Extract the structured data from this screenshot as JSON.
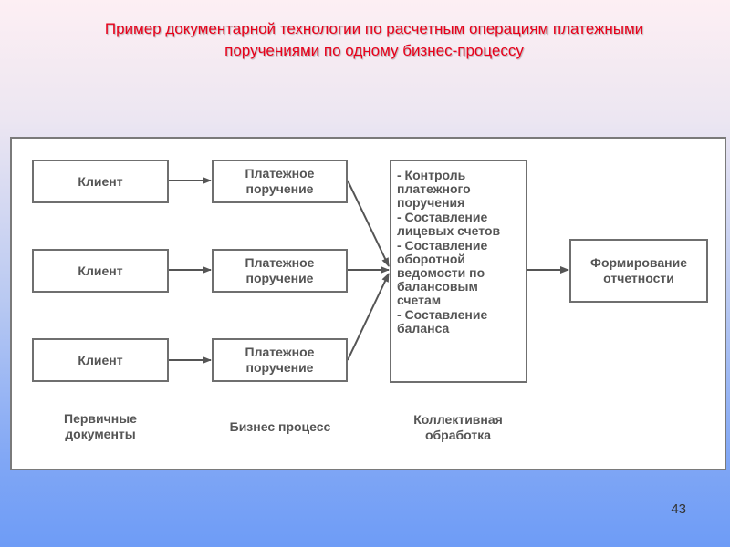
{
  "title": {
    "line1": "Пример документарной технологии по расчетным операциям платежными",
    "line2": "поручениями по одному бизнес-процессу"
  },
  "clients": [
    "Клиент",
    "Клиент",
    "Клиент"
  ],
  "payment_orders": [
    "Платежное поручение",
    "Платежное поручение",
    "Платежное поручение"
  ],
  "processing_items": [
    "- Контроль платежного поручения",
    "- Составление лицевых счетов",
    "- Составление оборотной ведомости по балансовым счетам",
    "- Составление баланса"
  ],
  "reporting": "Формирование отчетности",
  "column_labels": {
    "primary": "Первичные документы",
    "business": "Бизнес процесс",
    "collective": "Коллективная обработка"
  },
  "page_number": "43"
}
